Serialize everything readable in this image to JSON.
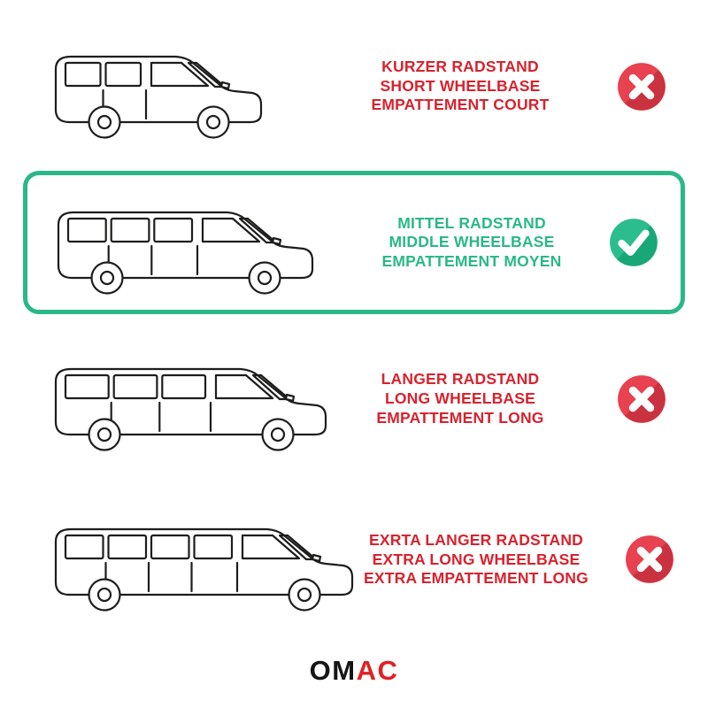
{
  "rows": [
    {
      "id": "short",
      "lines": [
        "KURZER RADSTAND",
        "SHORT WHEELBASE",
        "EMPATTEMENT COURT"
      ],
      "status": "rejected",
      "status_icon": "x-icon"
    },
    {
      "id": "middle",
      "lines": [
        "MITTEL RADSTAND",
        "MIDDLE WHEELBASE",
        "EMPATTEMENT MOYEN"
      ],
      "status": "selected",
      "status_icon": "check-icon"
    },
    {
      "id": "long",
      "lines": [
        "LANGER RADSTAND",
        "LONG WHEELBASE",
        "EMPATTEMENT LONG"
      ],
      "status": "rejected",
      "status_icon": "x-icon"
    },
    {
      "id": "extra-long",
      "lines": [
        "EXRTA LANGER RADSTAND",
        "EXTRA LONG WHEELBASE",
        "EXTRA EMPATTEMENT LONG"
      ],
      "status": "rejected",
      "status_icon": "x-icon"
    }
  ],
  "logo": {
    "prefix": "OM",
    "suffix": "AC"
  },
  "colors": {
    "red": "#d7232e",
    "green": "#2bb886",
    "box_border": "#2bb886",
    "icon_red": "#e8414f",
    "icon_red_dark": "#c5303c",
    "icon_green": "#2cbd8e",
    "icon_green_dark": "#17a374",
    "line": "#1d1d1b",
    "logo_black": "#151515",
    "logo_red": "#e02124"
  }
}
